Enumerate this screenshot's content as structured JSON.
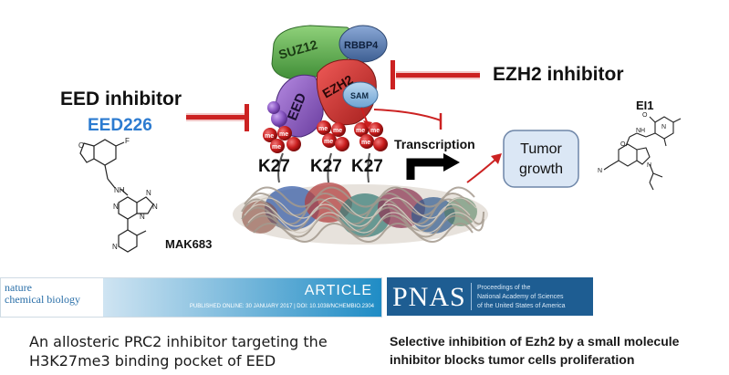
{
  "diagram": {
    "eed_inhibitor_label": "EED inhibitor",
    "eed226_label": "EED226",
    "ezh2_inhibitor_label": "EZH2 inhibitor",
    "complex": {
      "suz12": "SUZ12",
      "rbbp4": "RBBP4",
      "eed": "EED",
      "ezh2": "EZH2",
      "sam": "SAM"
    },
    "methyl_label": "me",
    "k27_labels": [
      "K27",
      "K27",
      "K27"
    ],
    "transcription_label": "Transcription",
    "tumor_growth_line1": "Tumor",
    "tumor_growth_line2": "growth",
    "compound_left_label": "MAK683",
    "compound_right_label": "EI1",
    "compound_left_atoms": {
      "F": "F",
      "NH": "NH",
      "N1": "N",
      "N2": "N",
      "N3": "N",
      "N4": "N",
      "N5": "N",
      "O": "O"
    },
    "compound_right_atoms": {
      "O1": "O",
      "O2": "O",
      "NH": "NH",
      "N1": "N",
      "N2": "N",
      "CN": "N"
    },
    "colors": {
      "suz12": "#5aa84a",
      "rbbp4": "#5b7fb5",
      "eed": "#8d5fc0",
      "ezh2": "#d13a37",
      "sam": "#7fb3dc",
      "inhibitor_line": "#cc2222",
      "eed226": "#2c7bd0",
      "tumor_box": "#dbe7f5"
    }
  },
  "papers": [
    {
      "journal_name_line1": "nature",
      "journal_name_line2": "chemical biology",
      "banner_label": "ARTICLE",
      "published_line": "PUBLISHED ONLINE: 30 JANUARY 2017 | DOI: 10.1038/NCHEMBIO.2304",
      "title_line1": "An allosteric PRC2 inhibitor targeting the",
      "title_line2": "H3K27me3 binding pocket of EED"
    },
    {
      "journal_name": "PNAS",
      "journal_subtitle_line1": "Proceedings of the",
      "journal_subtitle_line2": "National Academy of Sciences",
      "journal_subtitle_line3": "of the United States of America",
      "title_line1": "Selective inhibition of Ezh2 by a small molecule",
      "title_line2": "inhibitor blocks tumor cells proliferation"
    }
  ]
}
